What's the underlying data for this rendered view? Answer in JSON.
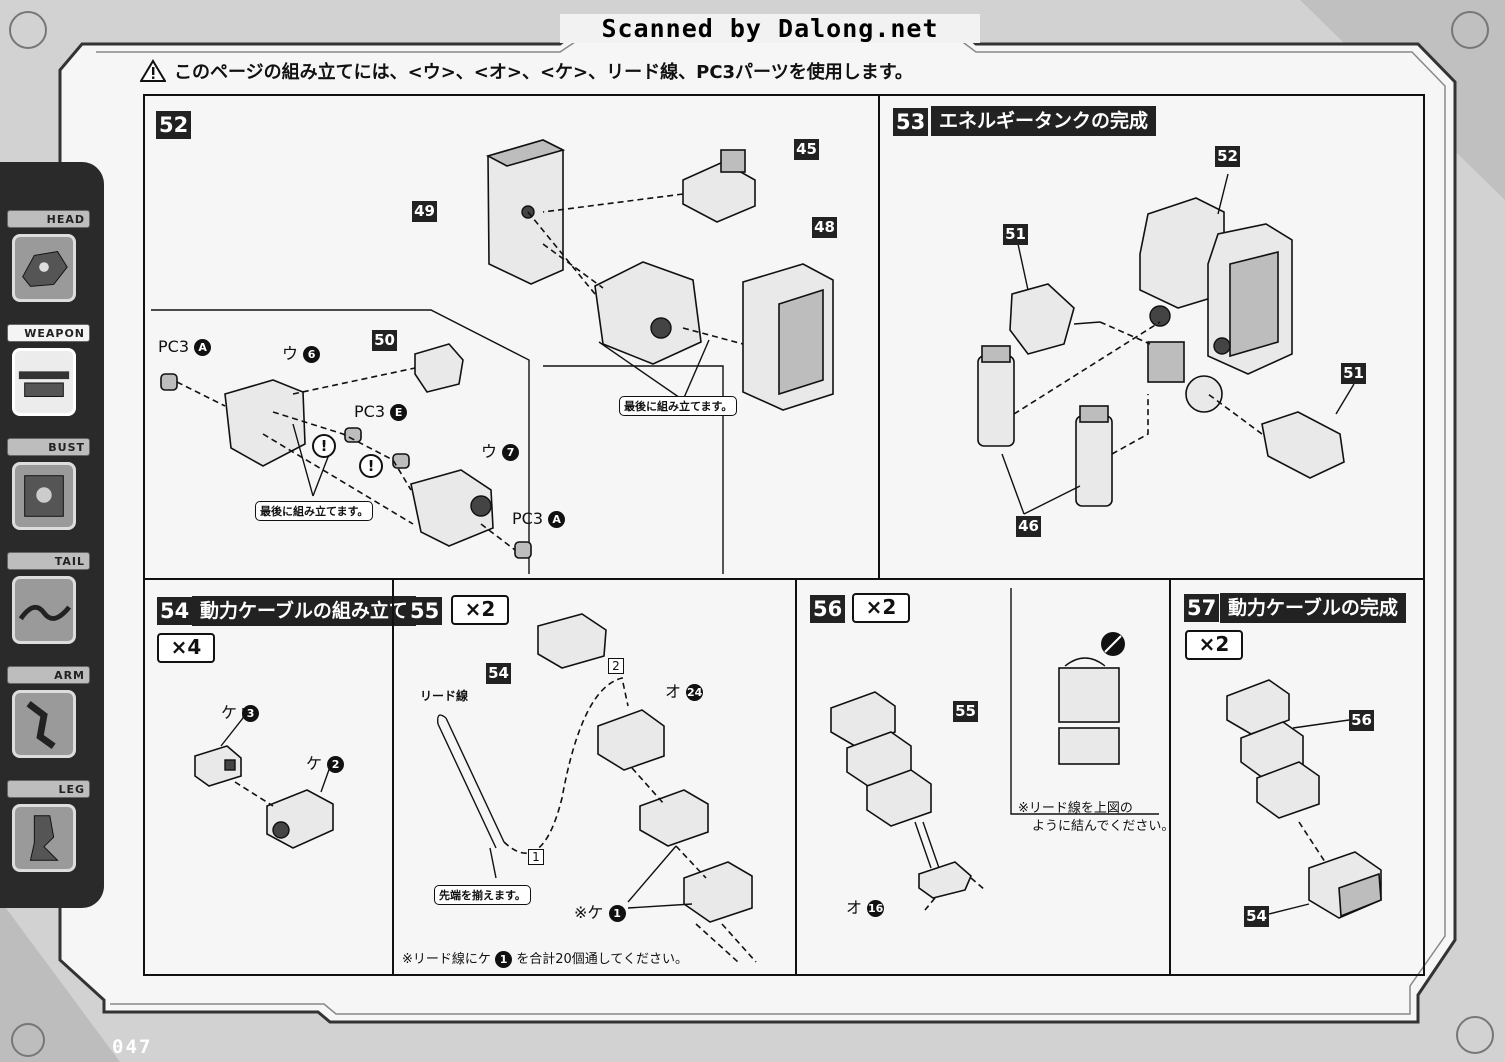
{
  "watermark": "Scanned by Dalong.net",
  "warning": "このページの組み立てには、<ウ>、<オ>、<ケ>、リード線、PC3パーツを使用します。",
  "page_number": "047",
  "sidebar": {
    "items": [
      {
        "label": "HEAD"
      },
      {
        "label": "WEAPON"
      },
      {
        "label": "BUST"
      },
      {
        "label": "TAIL"
      },
      {
        "label": "ARM"
      },
      {
        "label": "LEG"
      }
    ]
  },
  "step52": {
    "num": "52",
    "parts": {
      "p45": "45",
      "p48": "48",
      "p49": "49",
      "p50": "50"
    },
    "labels": {
      "pc3a_top": "PC3",
      "pc3a_top_circ": "A",
      "u6": "ウ",
      "u6_circ": "6",
      "pc3e": "PC3",
      "pc3e_circ": "E",
      "u7": "ウ",
      "u7_circ": "7",
      "pc3a_bottom": "PC3",
      "pc3a_bottom_circ": "A"
    },
    "notes": {
      "last_left": "最後に組み立てます。",
      "last_right": "最後に組み立てます。"
    },
    "excl": "!"
  },
  "step53": {
    "num": "53",
    "title": "エネルギータンクの完成",
    "parts": {
      "p52": "52",
      "p51a": "51",
      "p51b": "51",
      "p46": "46"
    }
  },
  "step54": {
    "num": "54",
    "title": "動力ケーブルの組み立て",
    "mult": "×4",
    "labels": {
      "ke3": "ケ",
      "ke3_circ": "3",
      "ke2": "ケ",
      "ke2_circ": "2"
    }
  },
  "step55": {
    "num": "55",
    "mult": "×2",
    "parts": {
      "p54": "54"
    },
    "labels": {
      "lead": "リード線",
      "o24": "オ",
      "o24_circ": "24",
      "ke1": "※ケ",
      "ke1_circ": "1",
      "box1": "1",
      "box2": "2"
    },
    "note": "先端を揃えます。",
    "footnote": "※リード線にケ",
    "footnote_circ": "1",
    "footnote_tail": "を合計20個通してください。"
  },
  "step56": {
    "num": "56",
    "mult": "×2",
    "parts": {
      "p55": "55"
    },
    "labels": {
      "o16": "オ",
      "o16_circ": "16"
    },
    "footnote_1": "※リード線を上図の",
    "footnote_2": "ように結んでください。"
  },
  "step57": {
    "num": "57",
    "title": "動力ケーブルの完成",
    "mult": "×2",
    "parts": {
      "p56": "56",
      "p54": "54"
    }
  }
}
